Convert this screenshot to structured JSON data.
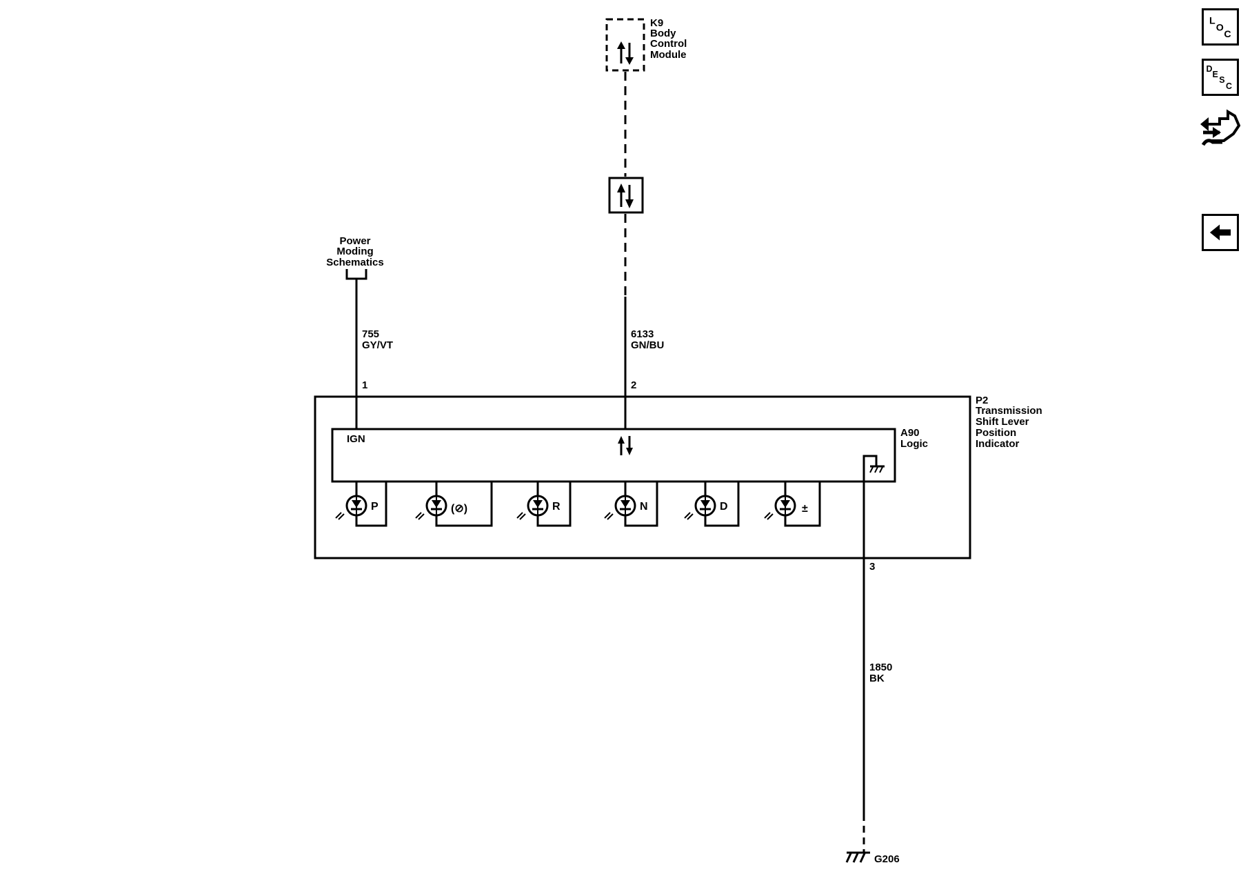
{
  "modules": {
    "k9": {
      "ref": "K9",
      "line1": "Body",
      "line2": "Control",
      "line3": "Module"
    },
    "power_moding": {
      "line1": "Power",
      "line2": "Moding",
      "line3": "Schematics"
    },
    "p2": {
      "ref": "P2",
      "line1": "Transmission",
      "line2": "Shift Lever",
      "line3": "Position",
      "line4": "Indicator"
    },
    "a90": {
      "ref": "A90",
      "line1": "Logic",
      "ign_label": "IGN"
    }
  },
  "wires": {
    "w755": {
      "circuit": "755",
      "color": "GY/VT",
      "pin": "1"
    },
    "w6133": {
      "circuit": "6133",
      "color": "GN/BU",
      "pin": "2"
    },
    "w1850": {
      "circuit": "1850",
      "color": "BK",
      "pin": "3"
    }
  },
  "ground": {
    "id": "G206"
  },
  "indicators": [
    {
      "label": "P"
    },
    {
      "label": "(⊘)",
      "icon": "parking-brake-icon"
    },
    {
      "label": "R"
    },
    {
      "label": "N"
    },
    {
      "label": "D"
    },
    {
      "label": "±",
      "icon": "plus-minus-icon"
    }
  ],
  "sidebar": {
    "loc": {
      "l1": "L",
      "l2": "O",
      "l3": "C",
      "icon": "location-button-icon"
    },
    "desc": {
      "l1": "D",
      "l2": "E",
      "l3": "S",
      "l4": "C",
      "icon": "description-button-icon"
    },
    "connector_icon": "connector-tool-icon",
    "back_icon": "back-arrow-icon"
  }
}
